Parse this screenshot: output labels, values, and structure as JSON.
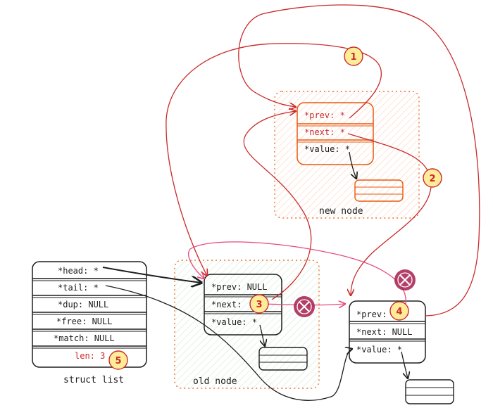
{
  "new_node": {
    "caption": "new node",
    "fields": [
      "*prev:  *",
      "*next:  *",
      "*value:  *"
    ]
  },
  "old_node": {
    "caption": "old node",
    "fields": [
      "*prev: NULL",
      "*next:",
      "*value:  *"
    ]
  },
  "tail_node": {
    "fields": [
      "*prev:",
      "*next: NULL",
      "*value:  *"
    ]
  },
  "struct_list": {
    "caption": "struct list",
    "fields": [
      "*head:  *",
      "*tail:  *",
      "*dup: NULL",
      "*free: NULL",
      "*match: NULL"
    ],
    "len": "len: 3"
  },
  "steps": [
    "1",
    "2",
    "3",
    "4",
    "5"
  ],
  "colors": {
    "ink": "#1e1e1e",
    "red": "#c92a2a",
    "orange": "#e8590c",
    "green": "#2f9e44",
    "pink": "#e64980",
    "badge": "#ffec99",
    "cross": "#a61e4d"
  }
}
